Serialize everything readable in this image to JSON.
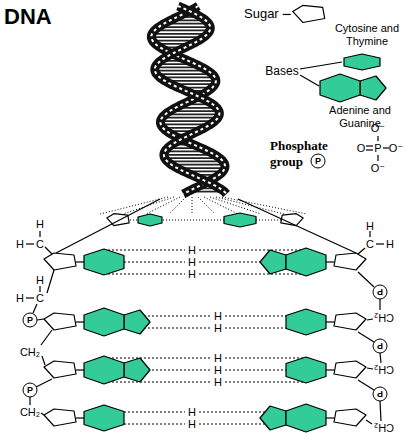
{
  "diagram": {
    "title": "DNA",
    "labels": [
      "Bases",
      "P",
      "O⁻",
      "O",
      "P",
      "O⁻",
      "O⁻",
      "H",
      "H",
      "C",
      "H",
      "H",
      "C",
      "P",
      "CH₂",
      "P",
      "CH₂",
      "H",
      "C",
      "H",
      "P",
      "CH₂",
      "P",
      "CH₂",
      "P",
      "CH₂",
      "H",
      "H",
      "H",
      "H",
      "H",
      "H",
      "H",
      "H",
      "H",
      "H"
    ],
    "legend": [
      {
        "text": "Sugar"
      },
      {
        "text": "Cytosine and Thymine"
      },
      {
        "text": "Adenine and Guanine"
      },
      {
        "text": "Phosphate group"
      }
    ]
  }
}
